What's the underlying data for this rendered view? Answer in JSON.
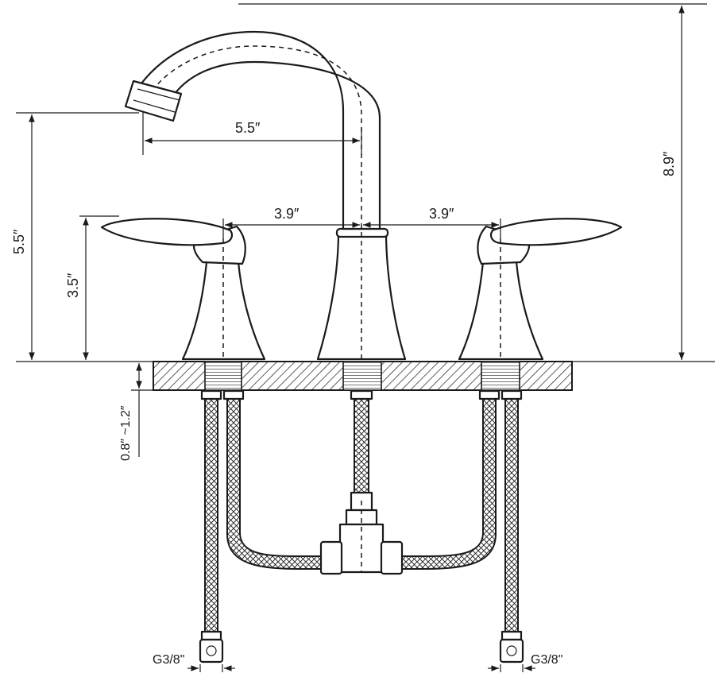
{
  "dimensions": {
    "spout_reach": "5.5″",
    "left_center": "3.9″",
    "right_center": "3.9″",
    "total_height": "8.9″",
    "spout_height": "5.5″",
    "handle_height": "3.5″",
    "deck_thickness": "0.8″ ~1.2″",
    "left_connector": "G3/8\"",
    "right_connector": "G3/8\""
  }
}
